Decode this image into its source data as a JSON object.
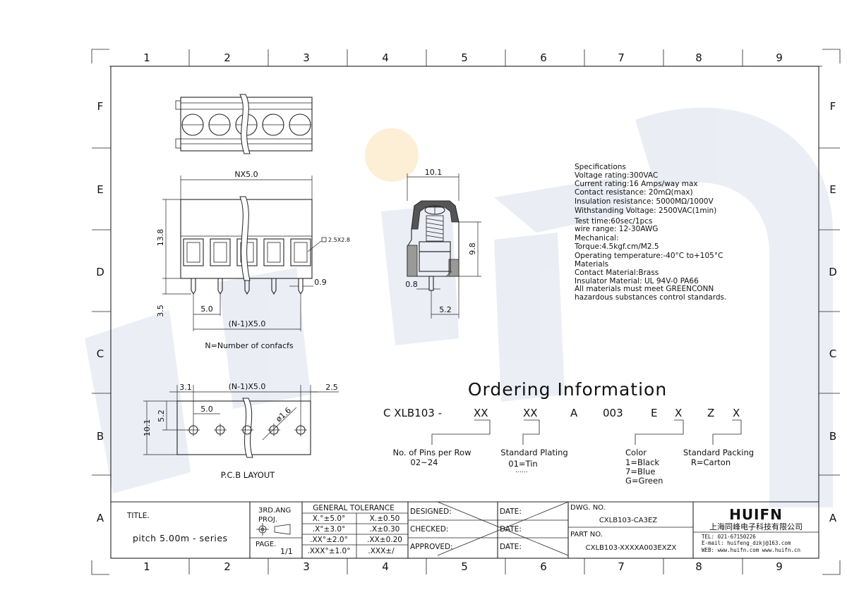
{
  "grid": {
    "columns": [
      "1",
      "2",
      "3",
      "4",
      "5",
      "6",
      "7",
      "8",
      "9"
    ],
    "rows": [
      "F",
      "E",
      "D",
      "C",
      "B",
      "A"
    ]
  },
  "watermark": {
    "text": "HUIFN",
    "color": "#1f3f8c",
    "accent_color": "#f3a21c"
  },
  "top_view": {
    "nx_label": "NX5.0",
    "height_label": "13.8",
    "pin_label": "3.5",
    "pitch_label": "5.0",
    "span_label": "(N-1)X5.0",
    "pin_width_label": "0.9",
    "screw_label": "2.5X2.8",
    "caption": "N=Number of confacfs"
  },
  "side_view": {
    "width_label": "10.1",
    "height_label": "9.8",
    "pin_offset_label": "0.8",
    "pin_pos_label": "5.2"
  },
  "specs": {
    "lines": [
      "Specifications",
      "Voltage rating:300VAC",
      "Current rating:16 Amps/way max",
      "Contact resistance: 20mΩ(max)",
      "Insulation resistance: 5000MΩ/1000V",
      "Withstanding Voltage: 2500VAC(1min)",
      "Test time:60sec/1pcs",
      "wire range: 12-30AWG",
      "Mechanical:",
      "Torque:4.5kgf.cm/M2.5",
      "Operating temperature:-40°C to+105°C",
      "Materials",
      "Contact Material:Brass",
      "Insulator Material: UL 94V-0 PA66",
      "All materials must meet GREENCONN",
      "hazardous substances control standards."
    ]
  },
  "pcb": {
    "margin_left": "3.1",
    "span": "(N-1)X5.0",
    "margin_right": "2.5",
    "pitch": "5.0",
    "hole_dia": "ø1.6",
    "row_offset": "5.2",
    "height": "10.1",
    "caption": "P.C.B  LAYOUT"
  },
  "ordering": {
    "title": "Ordering  Information",
    "code_parts": [
      "C XLB103 -",
      "XX",
      "XX",
      "A",
      "003",
      "E",
      "X",
      "Z",
      "X"
    ],
    "pins_label": "No. of Pins per Row",
    "pins_range": "02~24",
    "plating_label": "Standard Plating",
    "plating_value": "01=Tin",
    "plating_more": "......",
    "color_label": "Color",
    "color_options": [
      "1=Black",
      "7=Blue",
      "G=Green"
    ],
    "packing_label": "Standard Packing",
    "packing_value": "R=Carton"
  },
  "title_block": {
    "title_label": "TITLE.",
    "title_value": "pitch  5.00m  -  series",
    "projection_label": "3RD.ANG",
    "projection_label2": "PROJ.",
    "page_label": "PAGE.",
    "page_value": "1/1",
    "tolerance_header": "GENERAL  TOLERANCE",
    "tolerance": [
      [
        "X.°±5.0°",
        "X.±0.50"
      ],
      [
        ".X°±3.0°",
        ".X±0.30"
      ],
      [
        ".XX°±2.0°",
        ".XX±0.20"
      ],
      [
        ".XXX°±1.0°",
        ".XXX±/"
      ]
    ],
    "designed": "DESIGNED:",
    "checked": "CHECKED:",
    "approved": "APPROVED:",
    "date": "DATE:",
    "dwg_label": "DWG.  NO.",
    "dwg_value": "CXLB103-CA3EZ",
    "part_label": "PART NO.",
    "part_value": "CXLB103-XXXXA003EXZX",
    "company_logo": "HUIFN",
    "company_name": "上海同峰电子科技有限公司",
    "tel": "TEL: 021-67150226",
    "email": "E-mail: huifeng_dzkj@163.com",
    "web": "WEB: www.huifn.com   www.huifn.cn"
  }
}
